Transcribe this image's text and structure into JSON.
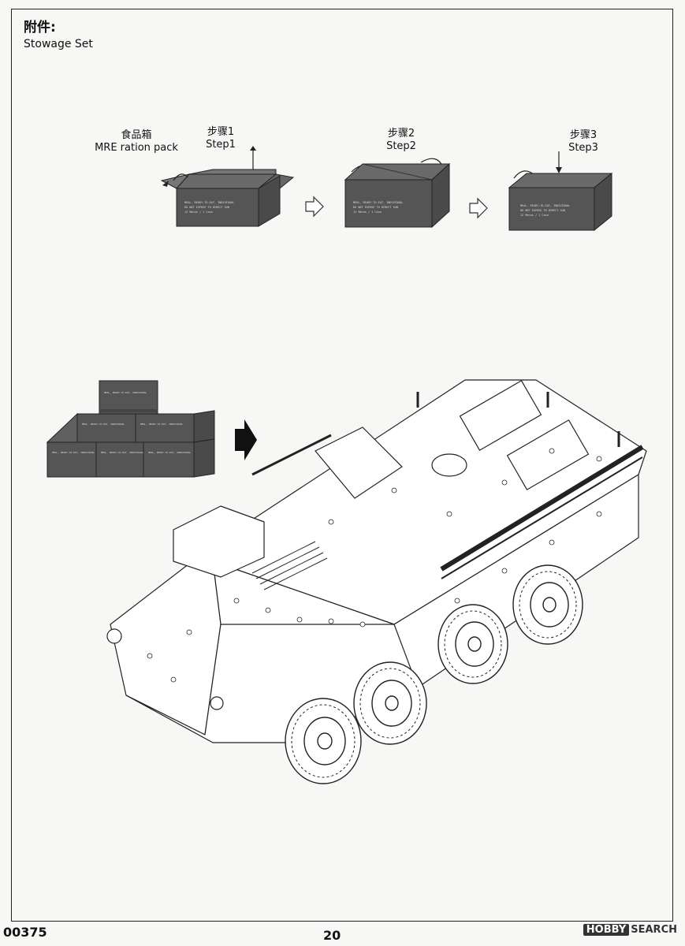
{
  "header": {
    "title_cn": "附件:",
    "title_en": "Stowage Set"
  },
  "ration_pack": {
    "label_cn": "食品箱",
    "label_en": "MRE ration pack",
    "box_text": [
      "MEAL, READY-TO-EAT, INDIVIDUAL",
      "DO NOT EXPOSE TO DIRECT SUN",
      "12 Menus / 1 Case"
    ]
  },
  "steps": [
    {
      "label_cn": "步骤1",
      "label_en": "Step1"
    },
    {
      "label_cn": "步骤2",
      "label_en": "Step2"
    },
    {
      "label_cn": "步骤3",
      "label_en": "Step3"
    }
  ],
  "footer": {
    "code": "00375",
    "page": "20",
    "watermark_logo": "HOBBY",
    "watermark_text": "SEARCH"
  },
  "colors": {
    "box_fill": "#555555",
    "box_top": "#6a6a6a",
    "line": "#222222"
  }
}
